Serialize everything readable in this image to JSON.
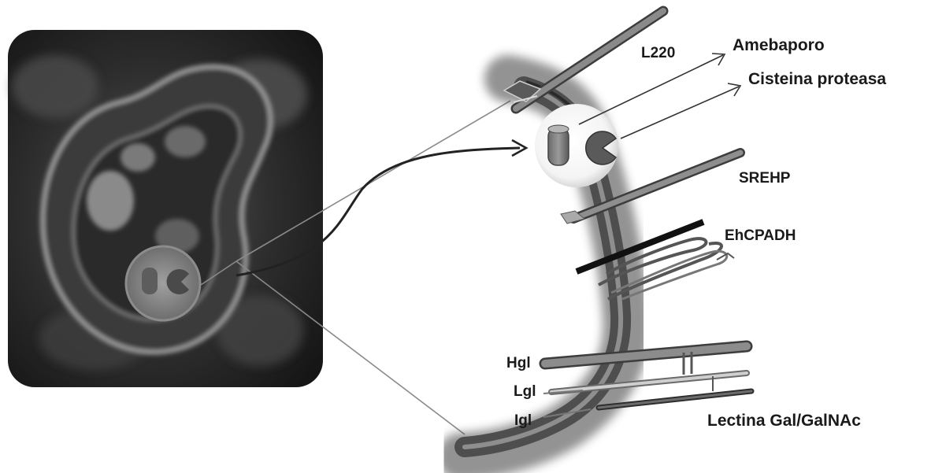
{
  "labels": {
    "l220": "L220",
    "amebaporo": "Amebaporo",
    "cisteina": "Cisteina proteasa",
    "srehp": "SREHP",
    "ehcpadh": "EhCPADH",
    "hgl": "Hgl",
    "lgl": "Lgl",
    "igl": "Igl",
    "lectina": "Lectina Gal/GalNAc"
  },
  "icons": [
    "cylinder-icon",
    "pacman-icon"
  ]
}
